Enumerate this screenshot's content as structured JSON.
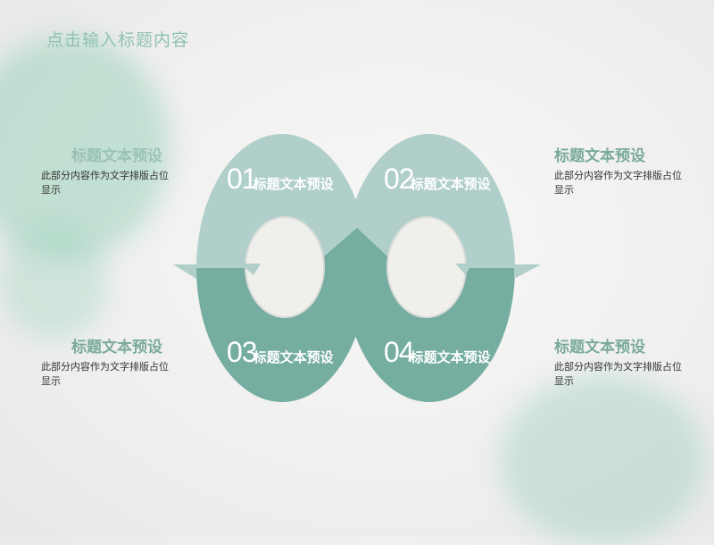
{
  "title": "点击输入标题内容",
  "blocks": [
    {
      "head": "标题文本预设",
      "body": "此部分内容作为文字排版占位显示"
    },
    {
      "head": "标题文本预设",
      "body": "此部分内容作为文字排版占位显示"
    },
    {
      "head": "标题文本预设",
      "body": "此部分内容作为文字排版占位显示"
    },
    {
      "head": "标题文本预设",
      "body": "此部分内容作为文字排版占位显示"
    }
  ],
  "segments": [
    {
      "num": "01",
      "text": "标题文本预设"
    },
    {
      "num": "02",
      "text": "标题文本预设"
    },
    {
      "num": "03",
      "text": "标题文本预设"
    },
    {
      "num": "04",
      "text": "标题文本预设"
    }
  ],
  "colors": {
    "light": "#b0cfca",
    "dark": "#76ada1",
    "title": "#8fc2b0",
    "head": "#7aaa9c"
  }
}
